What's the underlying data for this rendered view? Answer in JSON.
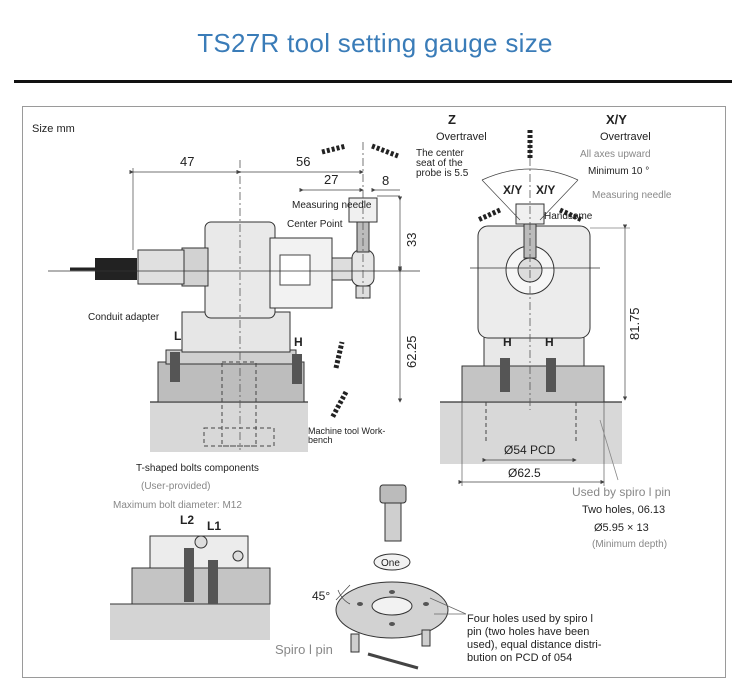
{
  "page": {
    "title": "TS27R tool setting gauge size"
  },
  "diagram": {
    "size_unit": "Size mm",
    "dims": {
      "d47": "47",
      "d56": "56",
      "d27": "27",
      "d8": "8",
      "d33": "33",
      "d6225": "62.25",
      "d8175": "81.75",
      "pcd54": "Ø54 PCD",
      "d625": "Ø62.5",
      "angle45": "45°"
    },
    "labels": {
      "z": "Z",
      "z_overtravel": "Overtravel",
      "center_seat_1": "The center",
      "center_seat_2": "seat of the",
      "center_seat_3": "probe is 5.5",
      "measuring_needle_left": "Measuring needle",
      "center_point": "Center Point",
      "conduit_adapter": "Conduit adapter",
      "L": "L",
      "H_left": "H",
      "machine_tool_1": "Machine tool Work-",
      "machine_tool_2": "bench",
      "xy": "X/Y",
      "xy_overtravel": "Overtravel",
      "all_axes_upward": "All axes upward",
      "minimum_10": "Minimum 10 °",
      "measuring_needle_right": "Measuring needle",
      "handsome": "Handsome",
      "xy_left": "X/Y",
      "xy_right": "X/Y",
      "H_r1": "H",
      "H_r2": "H",
      "t_bolts": "T-shaped bolts components",
      "user_provided": "(User-provided)",
      "max_bolt": "Maximum bolt diameter: M12",
      "L2": "L2",
      "L1": "L1",
      "one": "One",
      "spiro_pin": "Spiro l pin",
      "used_by_1": "Used by spiro l pin",
      "used_by_2": "Two holes, 06.13",
      "used_by_3": "Ø5.95 × 13",
      "used_by_4": "(Minimum depth)",
      "four_holes_1": "Four holes used by spiro l",
      "four_holes_2": "pin (two holes have been",
      "four_holes_3": "used), equal distance distri-",
      "four_holes_4": "bution on PCD of 054"
    }
  }
}
